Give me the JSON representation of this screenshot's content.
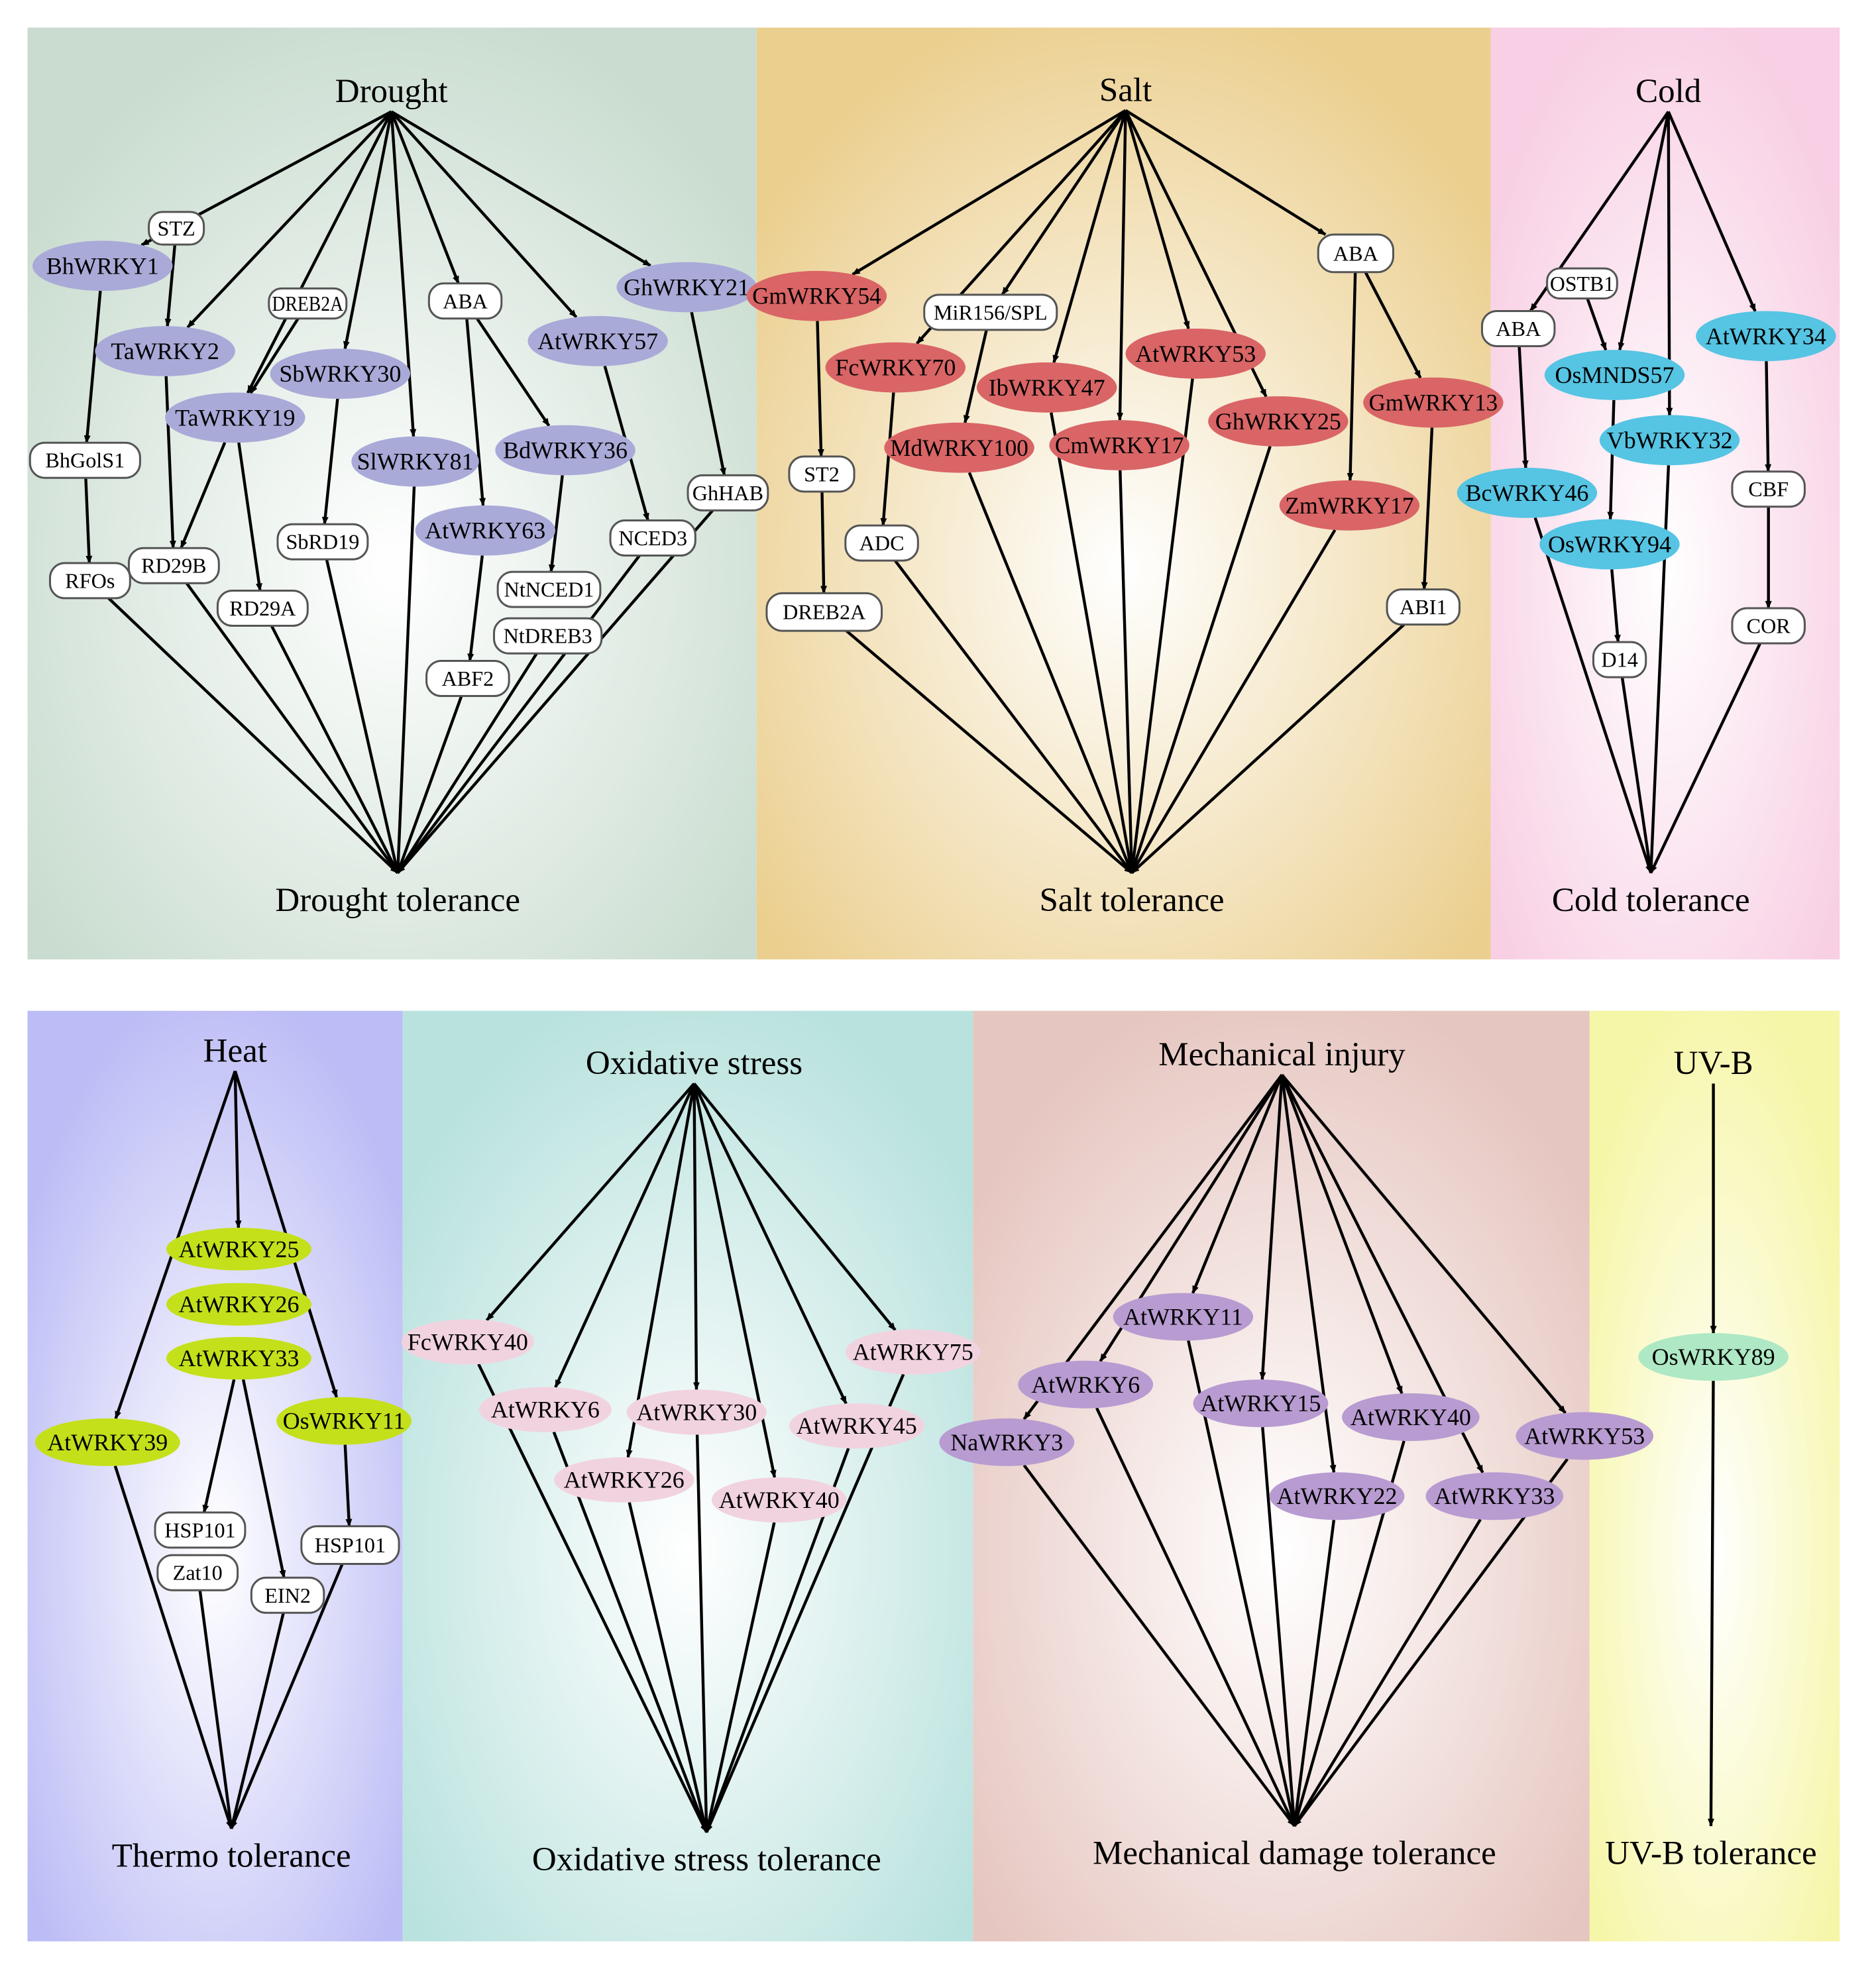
{
  "panels": [
    {
      "id": "drought",
      "stress": "Drought",
      "tolerance": "Drought tolerance",
      "gradient": [
        "#ffffff",
        "#c9dccf"
      ]
    },
    {
      "id": "salt",
      "stress": "Salt",
      "tolerance": "Salt tolerance",
      "gradient": [
        "#ffffff",
        "#ebcf8f"
      ]
    },
    {
      "id": "cold",
      "stress": "Cold",
      "tolerance": "Cold tolerance",
      "gradient": [
        "#ffffff",
        "#f8cfe4"
      ]
    },
    {
      "id": "heat",
      "stress": "Heat",
      "tolerance": "Thermo tolerance",
      "gradient": [
        "#ffffff",
        "#bcbcf6"
      ]
    },
    {
      "id": "oxidative",
      "stress": "Oxidative stress",
      "tolerance": "Oxidative stress tolerance",
      "gradient": [
        "#ffffff",
        "#b9e2de"
      ]
    },
    {
      "id": "mechanical",
      "stress": "Mechanical injury",
      "tolerance": "Mechanical damage tolerance",
      "gradient": [
        "#ffffff",
        "#e6c6c0"
      ]
    },
    {
      "id": "uvb",
      "stress": "UV-B",
      "tolerance": "UV-B tolerance",
      "gradient": [
        "#ffffff",
        "#f6f6a8"
      ]
    }
  ],
  "node_colors": {
    "drought": "#a9aad8",
    "salt": "#d96566",
    "cold": "#56c4e3",
    "heat": "#c4e01a",
    "oxidative": "#f1d3df",
    "mechanical": "#b89bd1",
    "uvb": "#aee8c4",
    "box": "#ffffff"
  },
  "nodes": {
    "BhWRKY1": "BhWRKY1",
    "STZ": "STZ",
    "TaWRKY2": "TaWRKY2",
    "DREB2A_d": "DREB2A",
    "SbWRKY30": "SbWRKY30",
    "TaWRKY19": "TaWRKY19",
    "ABA_d": "ABA",
    "AtWRKY57": "AtWRKY57",
    "GhWRKY21": "GhWRKY21",
    "BdWRKY36": "BdWRKY36",
    "SlWRKY81": "SlWRKY81",
    "AtWRKY63": "AtWRKY63",
    "BhGolS1": "BhGolS1",
    "RFOs": "RFOs",
    "RD29B": "RD29B",
    "RD29A": "RD29A",
    "SbRD19": "SbRD19",
    "NtNCED1": "NtNCED1",
    "NtDREB3": "NtDREB3",
    "ABF2": "ABF2",
    "NCED3": "NCED3",
    "GhHAB": "GhHAB",
    "GmWRKY54": "GmWRKY54",
    "MiR156": "MiR156/SPL",
    "FcWRKY70": "FcWRKY70",
    "IbWRKY47": "IbWRKY47",
    "AtWRKY53_s": "AtWRKY53",
    "ABA_s": "ABA",
    "GmWRKY13": "GmWRKY13",
    "MdWRKY100": "MdWRKY100",
    "CmWRKY17": "CmWRKY17",
    "GhWRKY25": "GhWRKY25",
    "ZmWRKY17": "ZmWRKY17",
    "ST2": "ST2",
    "ADC": "ADC",
    "DREB2A_s": "DREB2A",
    "ABI1": "ABI1",
    "OSTB1": "OSTB1",
    "ABA_c": "ABA",
    "OsMNDS57": "OsMNDS57",
    "AtWRKY34": "AtWRKY34",
    "VbWRKY32": "VbWRKY32",
    "BcWRKY46": "BcWRKY46",
    "OsWRKY94": "OsWRKY94",
    "CBF": "CBF",
    "D14": "D14",
    "COR": "COR",
    "AtWRKY25_h": "AtWRKY25",
    "AtWRKY26_h": "AtWRKY26",
    "AtWRKY33_h": "AtWRKY33",
    "AtWRKY39": "AtWRKY39",
    "OsWRKY11": "OsWRKY11",
    "HSP101_a": "HSP101",
    "Zat10": "Zat10",
    "EIN2": "EIN2",
    "HSP101_b": "HSP101",
    "FcWRKY40": "FcWRKY40",
    "AtWRKY6_o": "AtWRKY6",
    "AtWRKY30": "AtWRKY30",
    "AtWRKY26_o": "AtWRKY26",
    "AtWRKY40_o": "AtWRKY40",
    "AtWRKY45": "AtWRKY45",
    "AtWRKY75": "AtWRKY75",
    "AtWRKY11": "AtWRKY11",
    "AtWRKY6_m": "AtWRKY6",
    "NaWRKY3": "NaWRKY3",
    "AtWRKY15": "AtWRKY15",
    "AtWRKY40_m": "AtWRKY40",
    "AtWRKY22": "AtWRKY22",
    "AtWRKY33_m": "AtWRKY33",
    "AtWRKY53_m": "AtWRKY53",
    "OsWRKY89": "OsWRKY89"
  }
}
